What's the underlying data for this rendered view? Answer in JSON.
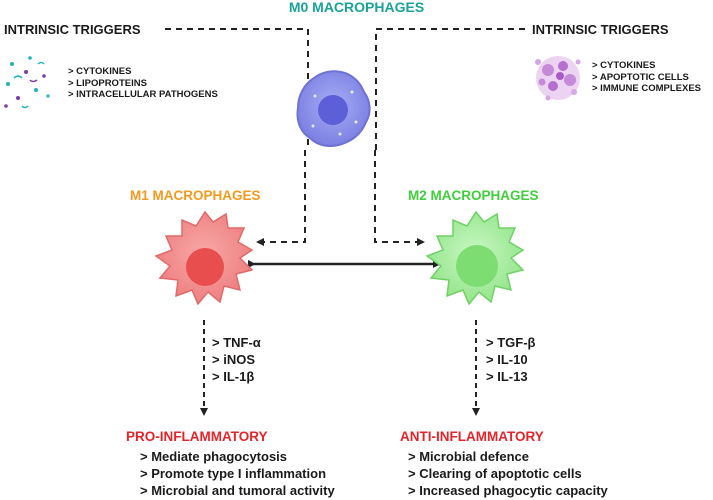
{
  "m0": {
    "title": "M0 MACROPHAGES",
    "color": "#1aa39a"
  },
  "left_triggers": {
    "title": "INTRINSIC TRIGGERS",
    "items": [
      "> CYTOKINES",
      "> LIPOPROTEINS",
      "> INTRACELLULAR PATHOGENS"
    ]
  },
  "right_triggers": {
    "title": "INTRINSIC TRIGGERS",
    "items": [
      "> CYTOKINES",
      "> APOPTOTIC CELLS",
      "> IMMUNE COMPLEXES"
    ]
  },
  "m1": {
    "title": "M1 MACROPHAGES",
    "color": "#f39a1e",
    "markers": [
      "> TNF-α",
      "> iNOS",
      "> IL-1β"
    ],
    "outcome_title": "PRO-INFLAMMATORY",
    "outcomes": [
      "> Mediate phagocytosis",
      "> Promote type I inflammation",
      "> Microbial and tumoral activity"
    ]
  },
  "m2": {
    "title": "M2 MACROPHAGES",
    "color": "#3fcf3a",
    "markers": [
      "> TGF-β",
      "> IL-10",
      "> IL-13"
    ],
    "outcome_title": "ANTI-INFLAMMATORY",
    "outcomes": [
      "> Microbial defence",
      "> Clearing of apoptotic cells",
      "> Increased phagocytic capacity"
    ]
  },
  "outcome_color": "#e5242a",
  "icons": {
    "m0_cell": "purple-macrophage-icon",
    "m1_cell": "red-macrophage-icon",
    "m2_cell": "green-macrophage-icon",
    "cytokine_particles": "cytokine-particles-icon",
    "apoptotic_cell": "apoptotic-cell-icon"
  }
}
